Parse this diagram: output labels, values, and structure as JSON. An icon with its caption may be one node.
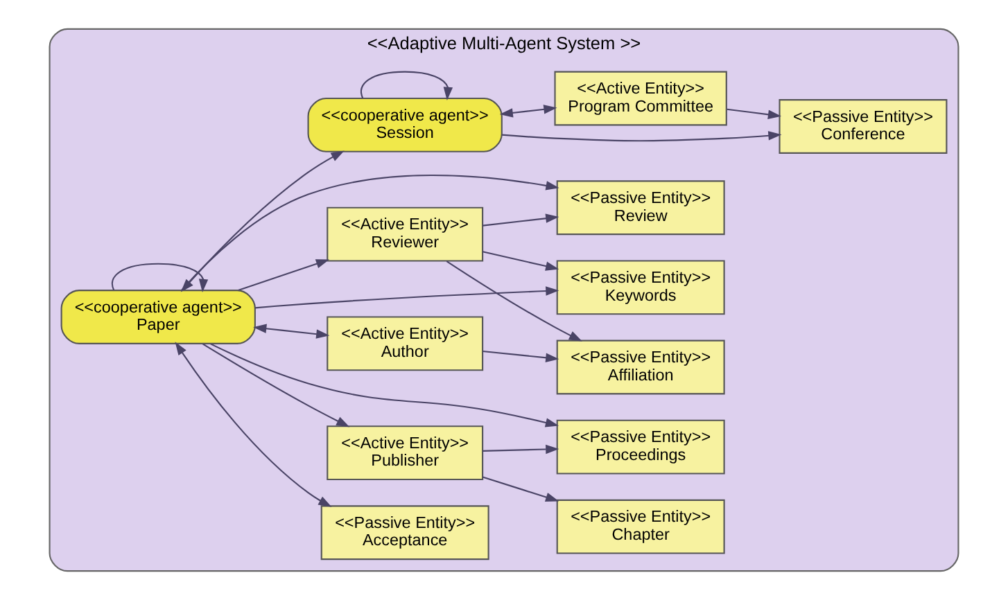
{
  "diagram": {
    "nodes": [
      {
        "text": [
          "<<Adaptive Multi-Agent System >>"
        ]
      },
      {
        "text": [
          "<<Passive Entity>>",
          "Acceptance"
        ],
        "in": 0
      },
      {
        "text": [
          "<<Active Entity>>",
          "Author"
        ],
        "in": 0
      },
      {
        "text": [
          "<<Passive Entity>>",
          "Affiliation"
        ],
        "in": 0
      },
      {
        "text": [
          "<<Active Entity>>",
          "Publisher"
        ],
        "in": 0
      },
      {
        "text": [
          "<<cooperative agent>>",
          "Paper"
        ],
        "in": 0
      },
      {
        "text": [
          "<<Passive Entity>>",
          "Keywords"
        ],
        "in": 0
      },
      {
        "text": [
          "<<Passive Entity>>",
          "Chapter"
        ],
        "in": 0
      },
      {
        "text": [
          "<<Passive Entity>>",
          "Review"
        ],
        "in": 0
      },
      {
        "text": [
          "<<Passive Entity>>",
          "Proceedings"
        ],
        "in": 0
      },
      {
        "text": [
          "<<cooperative agent>>",
          "Session"
        ],
        "in": 0
      },
      {
        "text": [
          "<<Active Entity>>",
          "Reviewer"
        ],
        "in": 0
      },
      {
        "text": [
          "<<Active Entity>>",
          "Program Committee"
        ],
        "in": 0
      },
      {
        "text": [
          "<<Passive Entity>>",
          "Conference"
        ],
        "in": 0
      }
    ],
    "edges": [
      {
        "from": 5,
        "to": 1,
        "arrow": "both"
      },
      {
        "from": 5,
        "to": 2,
        "arrow": "both"
      },
      {
        "from": 2,
        "to": 3,
        "arrow": "to"
      },
      {
        "from": 5,
        "to": 4,
        "arrow": "to"
      },
      {
        "from": 5,
        "to": 5,
        "arrow": "to"
      },
      {
        "from": 4,
        "to": 7,
        "arrow": "to"
      },
      {
        "from": 4,
        "to": 9,
        "arrow": "to"
      },
      {
        "from": 5,
        "to": 6,
        "arrow": "to"
      },
      {
        "from": 5,
        "to": 8,
        "arrow": "to"
      },
      {
        "from": 5,
        "to": 9,
        "arrow": "to"
      },
      {
        "from": 5,
        "to": 10,
        "arrow": "both"
      },
      {
        "from": 5,
        "to": 11,
        "arrow": "to"
      },
      {
        "from": 11,
        "to": 8,
        "arrow": "to"
      },
      {
        "from": 11,
        "to": 6,
        "arrow": "to"
      },
      {
        "from": 11,
        "to": 3,
        "arrow": "to"
      },
      {
        "from": 10,
        "to": 10,
        "arrow": "to"
      },
      {
        "from": 10,
        "to": 12,
        "arrow": "both"
      },
      {
        "from": 10,
        "to": 13,
        "arrow": "to"
      },
      {
        "from": 12,
        "to": 13,
        "arrow": "to"
      }
    ]
  }
}
